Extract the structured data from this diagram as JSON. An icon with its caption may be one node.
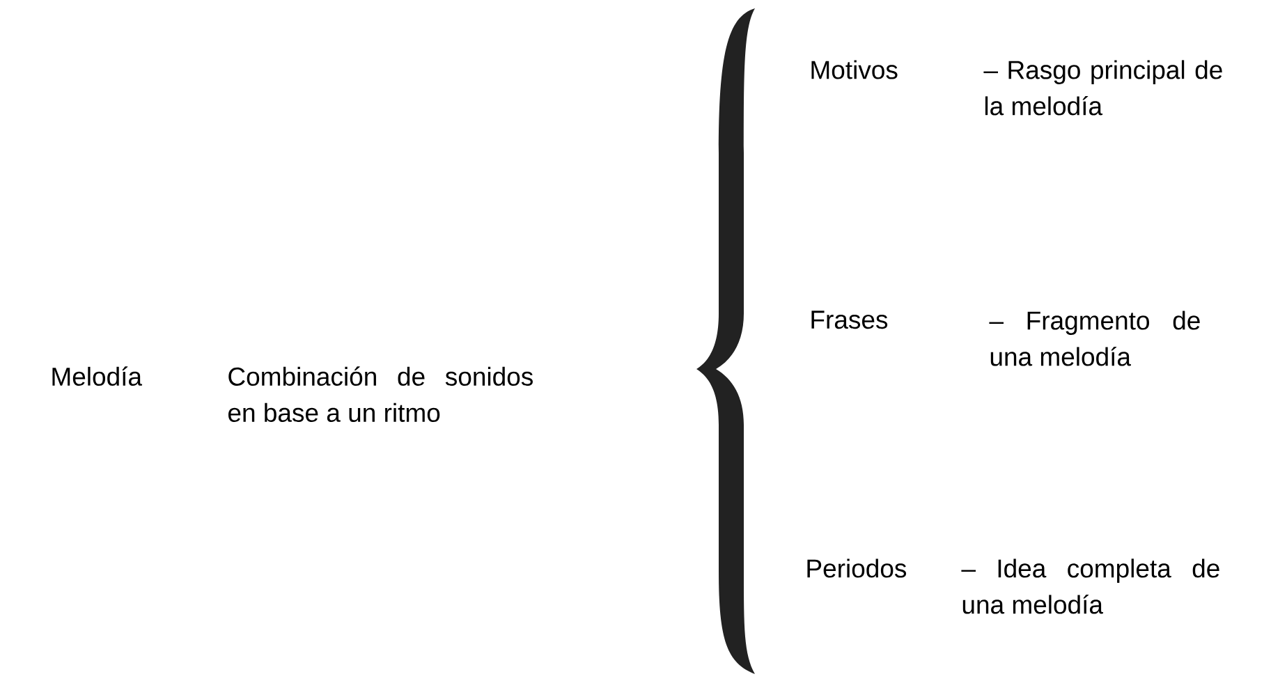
{
  "diagram": {
    "labels": [
      "Melodía",
      "Combinación de sonidos en base a un ritmo",
      "Motivos",
      "– Rasgo principal de la melodía",
      "Frases",
      "– Fragmento de una melodía",
      "Periodos",
      "– Idea completa de una melodía"
    ]
  }
}
